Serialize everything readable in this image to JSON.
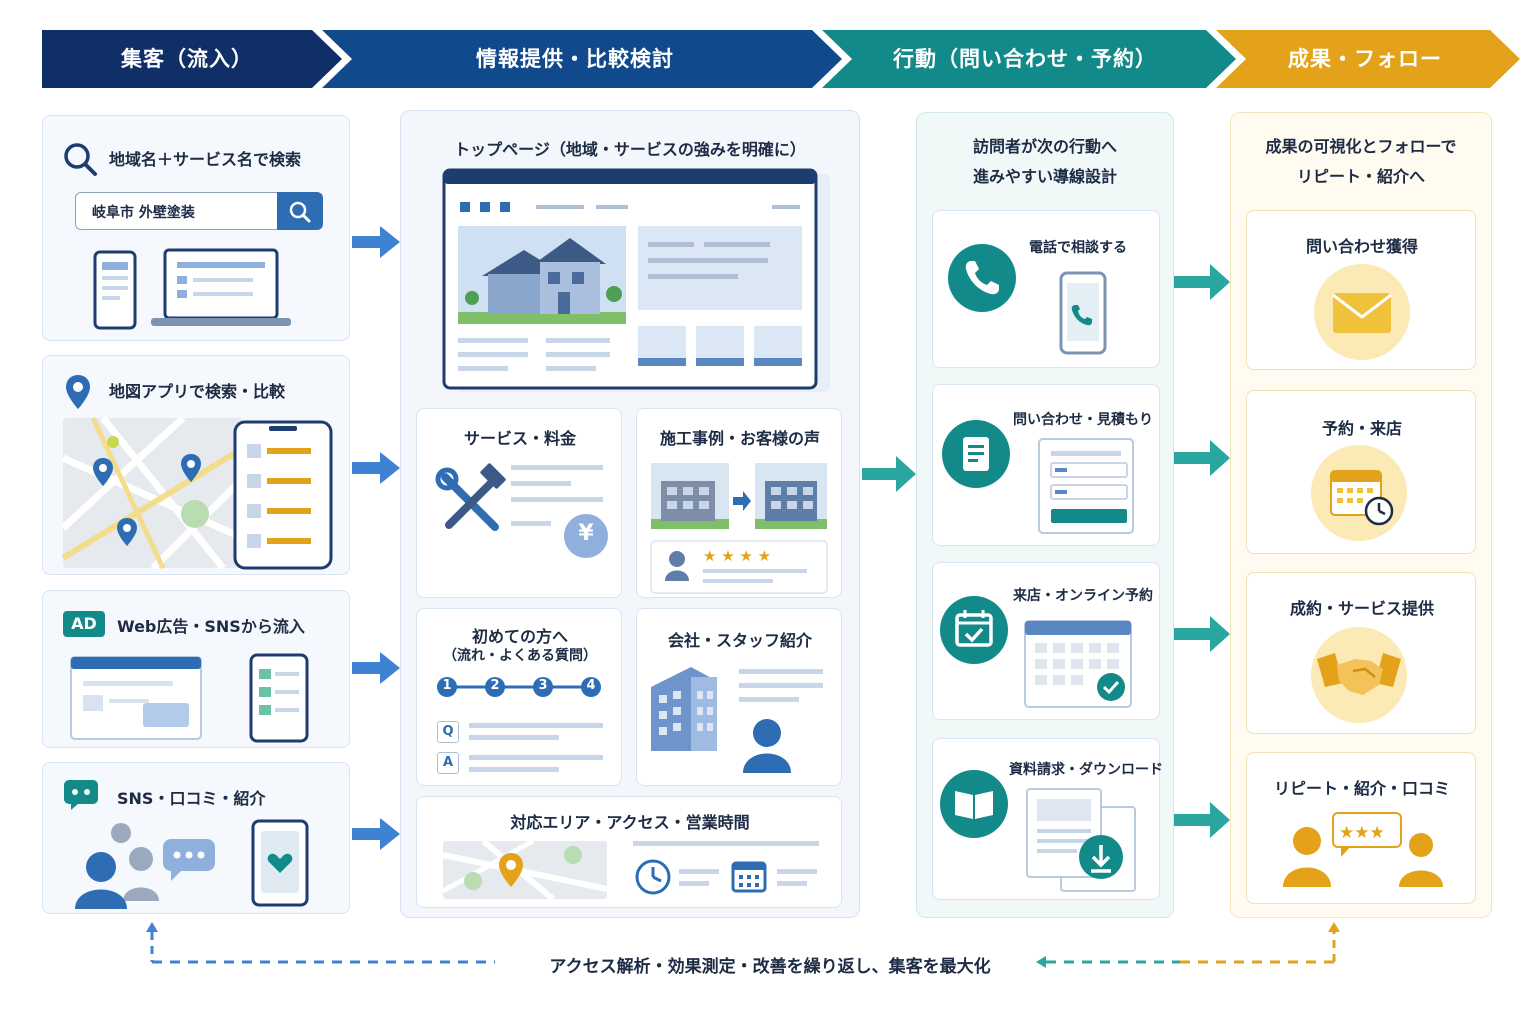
{
  "phases": [
    {
      "label": "集客（流入）",
      "color": "#0f2f66"
    },
    {
      "label": "情報提供・比較検討",
      "color": "#114a8c"
    },
    {
      "label": "行動（問い合わせ・予約）",
      "color": "#138a8a"
    },
    {
      "label": "成果・フォロー",
      "color": "#e3a21a"
    }
  ],
  "acquisition": {
    "search": {
      "title": "地域名＋サービス名で検索",
      "query": "岐阜市  外壁塗装",
      "icon": "search-icon"
    },
    "map": {
      "title": "地図アプリで検索・比較",
      "icon": "map-pin-icon"
    },
    "ads": {
      "badge": "AD",
      "title": "Web広告・SNSから流入"
    },
    "sns": {
      "title": "SNS・口コミ・紹介",
      "icon": "chat-icon"
    }
  },
  "information": {
    "top": {
      "title": "トップページ（地域・サービスの強みを明確に）"
    },
    "services": {
      "title": "サービス・料金",
      "yen": "¥"
    },
    "cases": {
      "title": "施工事例・お客様の声"
    },
    "first": {
      "title_line1": "初めての方へ",
      "title_line2": "（流れ・よくある質問）",
      "steps": [
        "1",
        "2",
        "3",
        "4"
      ],
      "q": "Q",
      "a": "A"
    },
    "company": {
      "title": "会社・スタッフ紹介"
    },
    "area": {
      "title": "対応エリア・アクセス・営業時間"
    }
  },
  "action": {
    "header_line1": "訪問者が次の行動へ",
    "header_line2": "進みやすい導線設計",
    "items": [
      {
        "label": "電話で相談する",
        "icon": "phone-icon"
      },
      {
        "label": "問い合わせ・見積もり",
        "icon": "form-icon"
      },
      {
        "label": "来店・オンライン予約",
        "icon": "calendar-icon"
      },
      {
        "label": "資料請求・ダウンロード",
        "icon": "book-icon"
      }
    ]
  },
  "results": {
    "header_line1": "成果の可視化とフォローで",
    "header_line2": "リピート・紹介へ",
    "items": [
      {
        "label": "問い合わせ獲得",
        "icon": "envelope-icon"
      },
      {
        "label": "予約・来店",
        "icon": "calendar-clock-icon"
      },
      {
        "label": "成約・サービス提供",
        "icon": "handshake-icon"
      },
      {
        "label": "リピート・紹介・口コミ",
        "icon": "people-review-icon"
      }
    ]
  },
  "footer": {
    "loop_text": "アクセス解析・効果測定・改善を繰り返し、集客を最大化"
  },
  "colors": {
    "navy": "#0f2f66",
    "blue": "#2e6db4",
    "teal": "#138a8a",
    "gold": "#e3a21a"
  }
}
